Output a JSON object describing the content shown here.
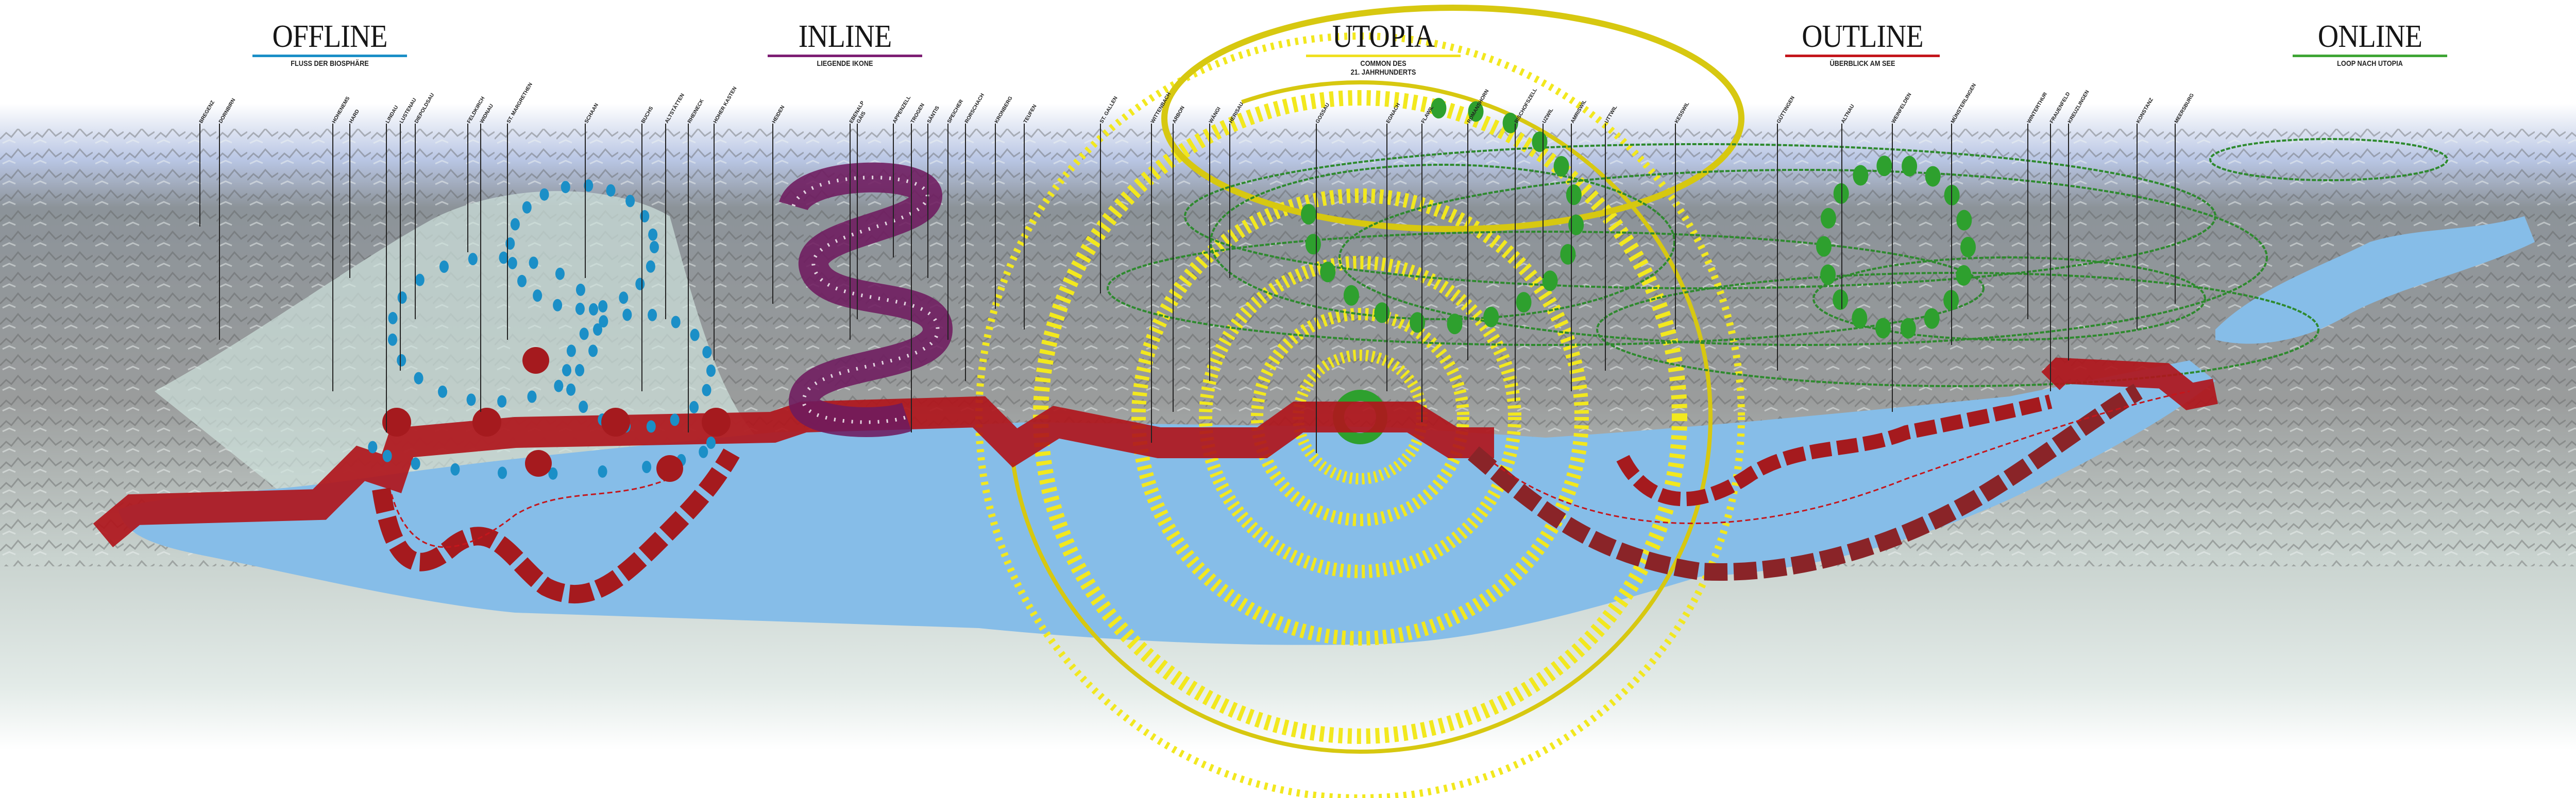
{
  "sections": [
    {
      "title": "OFFLINE",
      "subtitle": "FLUSS DER BIOSPHÄRE",
      "color": "#1b8fc7"
    },
    {
      "title": "INLINE",
      "subtitle": "LIEGENDE IKONE",
      "color": "#7d1e74"
    },
    {
      "title": "UTOPIA",
      "subtitle": "COMMON DES",
      "subtitle2": "21. JAHRHUNDERTS",
      "color": "#f0e020"
    },
    {
      "title": "OUTLINE",
      "subtitle": "ÜBERBLICK AM SEE",
      "color": "#c4161c"
    },
    {
      "title": "ONLINE",
      "subtitle": "LOOP NACH UTOPIA",
      "color": "#3fa535"
    }
  ],
  "places": [
    "BREGENZ",
    "DORNBIRN",
    "HOHENEMS",
    "HARD",
    "LINDAU",
    "LUSTENAU",
    "DIEPOLDSAU",
    "FELDKIRCH",
    "WIDNAU",
    "ST. MARGRETHEN",
    "SCHAAN",
    "BUCHS",
    "ALTSTÄTTEN",
    "RHEINECK",
    "HOHER KASTEN",
    "HEIDEN",
    "EBENALP",
    "GÄIS",
    "APPENZELL",
    "TROGEN",
    "SÄNTIS",
    "SPEICHER",
    "RORSCHACH",
    "KRONBERG",
    "TEUFEN",
    "ST. GALLEN",
    "WITTENBACH",
    "ARBON",
    "WÄNGI",
    "HERISAU",
    "GOSSAU",
    "EGNACH",
    "FLAWIL",
    "ROMANSHORN",
    "BISCHOFSZELL",
    "UZWIL",
    "AMRISWIL",
    "UTTWIL",
    "KESSWIL",
    "GÜTTINGEN",
    "ALTNAU",
    "WEINFELDEN",
    "MÜNSTERLINGEN",
    "WINTERTHUR",
    "FRAUENFELD",
    "KREUZLINGEN",
    "KONSTANZ",
    "MEERSBURG"
  ],
  "colors": {
    "lake": "#86bde8",
    "offline": "#1b8fc7",
    "inline": "#6e1a5e",
    "utopia": "#f2e81e",
    "outline": "#b0161c",
    "online": "#2e9a2e"
  }
}
